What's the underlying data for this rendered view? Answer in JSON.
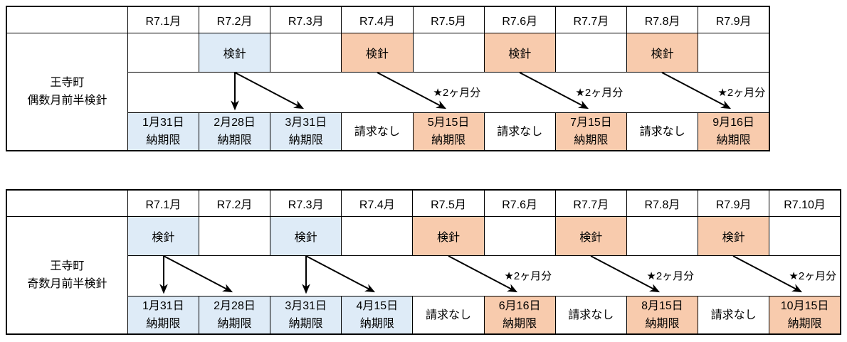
{
  "colors": {
    "blue_fill": "#DEEBF7",
    "orange_fill": "#F8CBAD",
    "white_fill": "#FFFFFF",
    "border": "#000000",
    "text": "#000000",
    "background": "#FFFFFF"
  },
  "meter_reading_label": "検針",
  "star_text": "★2ヶ月分",
  "tables": [
    {
      "name": "even-month-first-half",
      "label_lines": [
        "王寺町",
        "偶数月前半検針"
      ],
      "months": [
        "R7.1月",
        "R7.2月",
        "R7.3月",
        "R7.4月",
        "R7.5月",
        "R7.6月",
        "R7.7月",
        "R7.8月",
        "R7.9月"
      ],
      "meter_readings": [
        {
          "col": 1,
          "color": "blue"
        },
        {
          "col": 3,
          "color": "orange"
        },
        {
          "col": 5,
          "color": "orange"
        },
        {
          "col": 7,
          "color": "orange"
        }
      ],
      "deadlines": [
        {
          "lines": [
            "1月31日",
            "納期限"
          ],
          "color": "blue"
        },
        {
          "lines": [
            "2月28日",
            "納期限"
          ],
          "color": "blue"
        },
        {
          "lines": [
            "3月31日",
            "納期限"
          ],
          "color": "blue"
        },
        {
          "lines": [
            "請求なし"
          ],
          "color": "white"
        },
        {
          "lines": [
            "5月15日",
            "納期限"
          ],
          "color": "orange"
        },
        {
          "lines": [
            "請求なし"
          ],
          "color": "white"
        },
        {
          "lines": [
            "7月15日",
            "納期限"
          ],
          "color": "orange"
        },
        {
          "lines": [
            "請求なし"
          ],
          "color": "white"
        },
        {
          "lines": [
            "9月16日",
            "納期限"
          ],
          "color": "orange"
        }
      ],
      "arrows": [
        {
          "from": 1,
          "to": 1,
          "type": "straight"
        },
        {
          "from": 1,
          "to": 2,
          "type": "diagonal"
        },
        {
          "from": 3,
          "to": 4,
          "type": "diagonal"
        },
        {
          "from": 5,
          "to": 6,
          "type": "diagonal"
        },
        {
          "from": 7,
          "to": 8,
          "type": "diagonal"
        }
      ],
      "star_labels": [
        {
          "col": 4,
          "text": "★2ヶ月分"
        },
        {
          "col": 6,
          "text": "★2ヶ月分"
        },
        {
          "col": 8,
          "text": "★2ヶ月分"
        }
      ]
    },
    {
      "name": "odd-month-first-half",
      "label_lines": [
        "王寺町",
        "奇数月前半検針"
      ],
      "months": [
        "R7.1月",
        "R7.2月",
        "R7.3月",
        "R7.4月",
        "R7.5月",
        "R7.6月",
        "R7.7月",
        "R7.8月",
        "R7.9月",
        "R7.10月"
      ],
      "meter_readings": [
        {
          "col": 0,
          "color": "blue"
        },
        {
          "col": 2,
          "color": "blue"
        },
        {
          "col": 4,
          "color": "orange"
        },
        {
          "col": 6,
          "color": "orange"
        },
        {
          "col": 8,
          "color": "orange"
        }
      ],
      "deadlines": [
        {
          "lines": [
            "1月31日",
            "納期限"
          ],
          "color": "blue"
        },
        {
          "lines": [
            "2月28日",
            "納期限"
          ],
          "color": "blue"
        },
        {
          "lines": [
            "3月31日",
            "納期限"
          ],
          "color": "blue"
        },
        {
          "lines": [
            "4月15日",
            "納期限"
          ],
          "color": "blue"
        },
        {
          "lines": [
            "請求なし"
          ],
          "color": "white"
        },
        {
          "lines": [
            "6月16日",
            "納期限"
          ],
          "color": "orange"
        },
        {
          "lines": [
            "請求なし"
          ],
          "color": "white"
        },
        {
          "lines": [
            "8月15日",
            "納期限"
          ],
          "color": "orange"
        },
        {
          "lines": [
            "請求なし"
          ],
          "color": "white"
        },
        {
          "lines": [
            "10月15日",
            "納期限"
          ],
          "color": "orange"
        }
      ],
      "arrows": [
        {
          "from": 0,
          "to": 0,
          "type": "straight"
        },
        {
          "from": 0,
          "to": 1,
          "type": "diagonal"
        },
        {
          "from": 2,
          "to": 2,
          "type": "straight"
        },
        {
          "from": 2,
          "to": 3,
          "type": "diagonal"
        },
        {
          "from": 4,
          "to": 5,
          "type": "diagonal"
        },
        {
          "from": 6,
          "to": 7,
          "type": "diagonal"
        },
        {
          "from": 8,
          "to": 9,
          "type": "diagonal"
        }
      ],
      "star_labels": [
        {
          "col": 5,
          "text": "★2ヶ月分"
        },
        {
          "col": 7,
          "text": "★2ヶ月分"
        },
        {
          "col": 9,
          "text": "★2ヶ月分"
        }
      ]
    }
  ]
}
